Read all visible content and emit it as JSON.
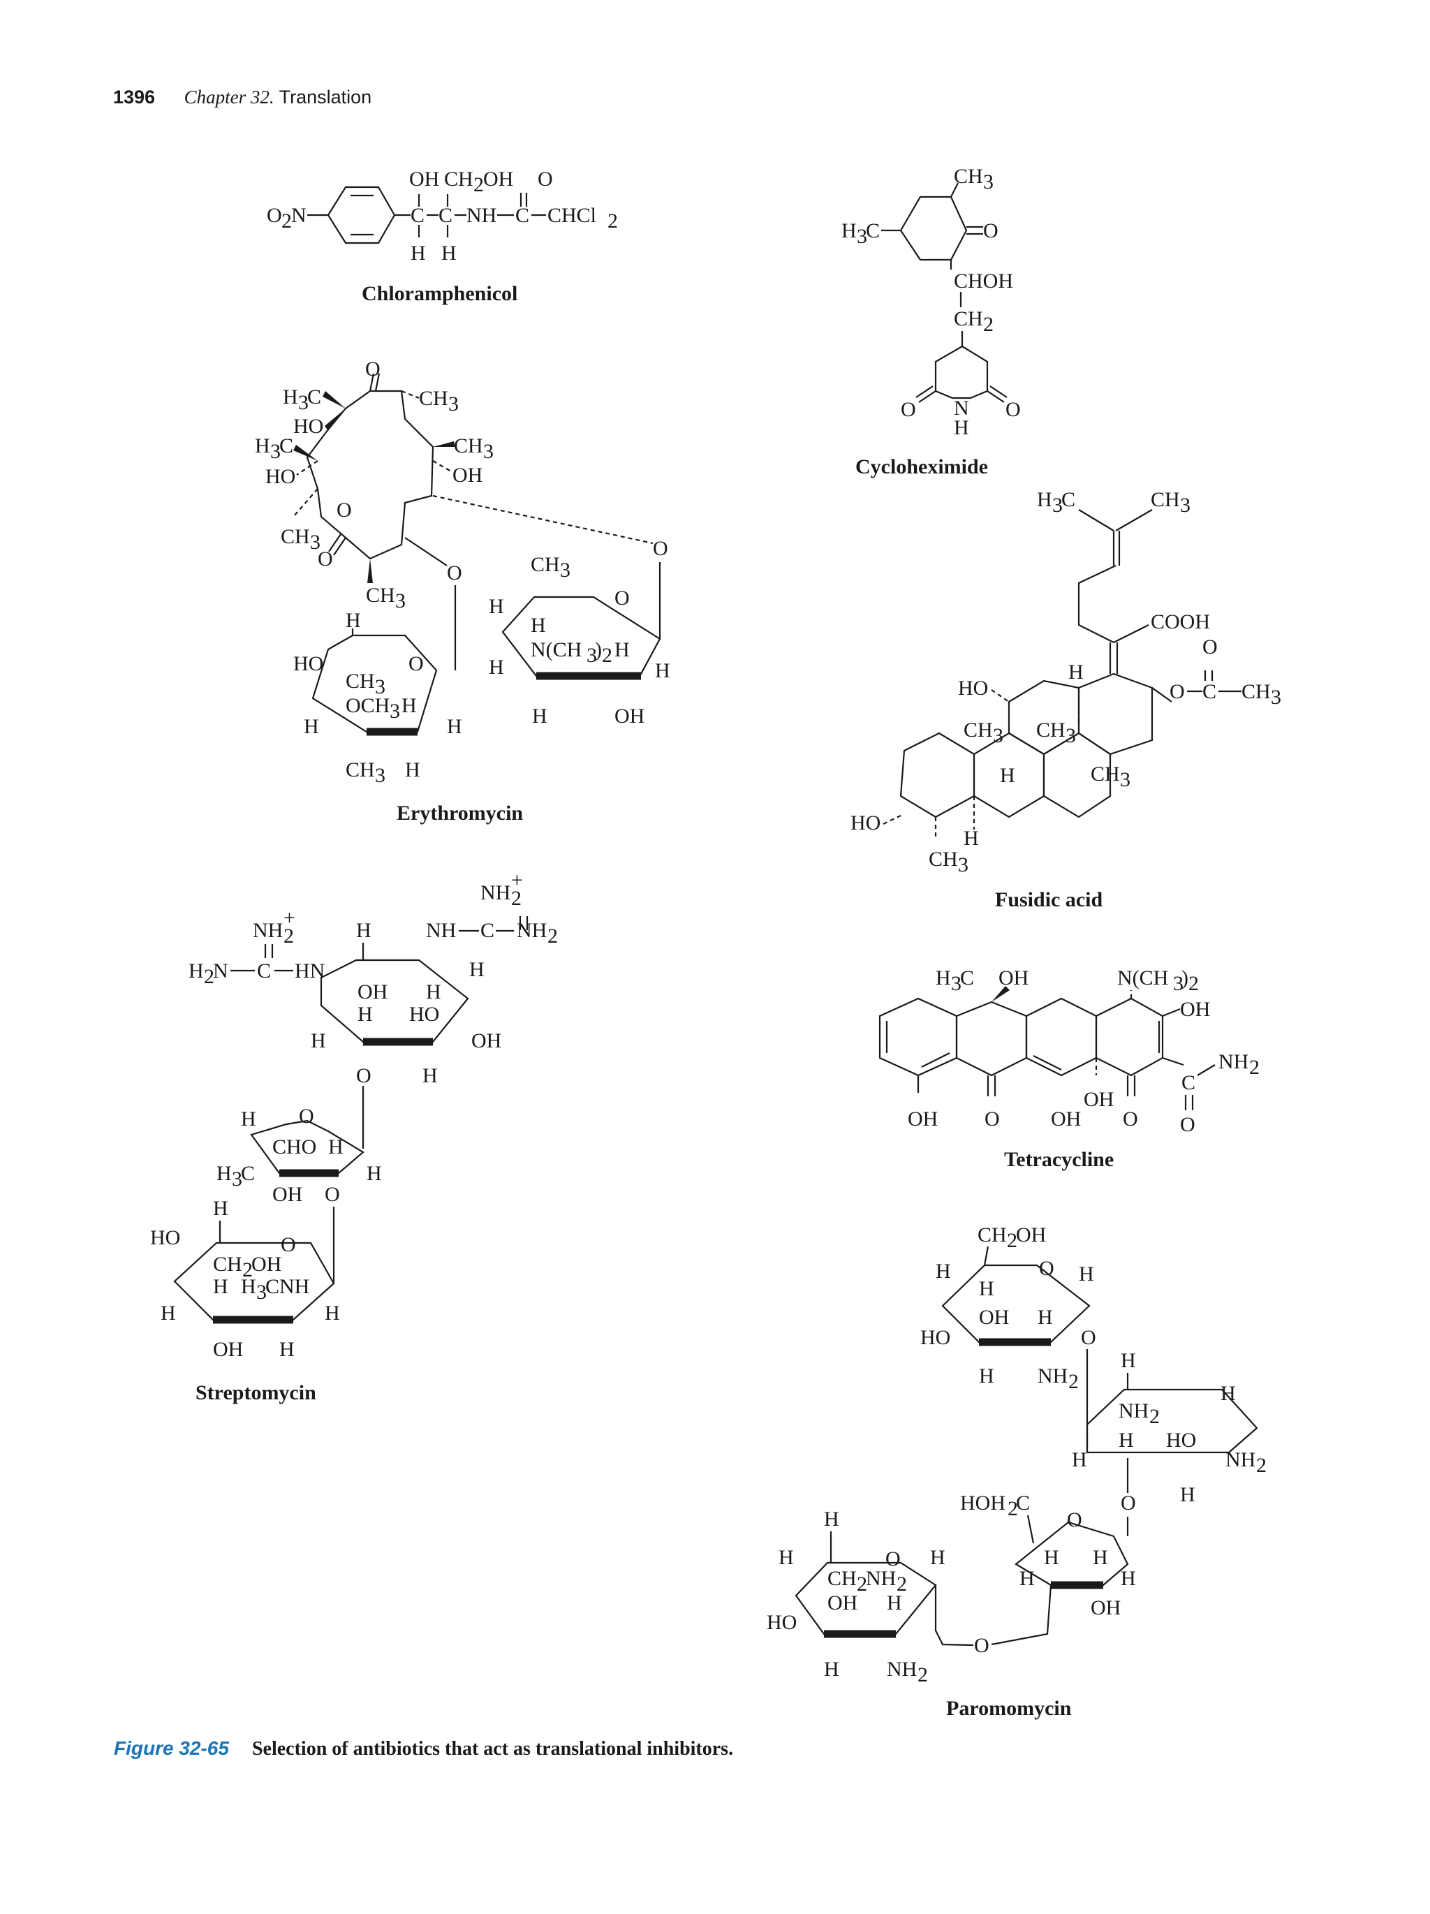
{
  "header": {
    "page_number": "1396",
    "chapter": "Chapter 32.",
    "title": "Translation"
  },
  "compounds": {
    "chloramphenicol": "Chloramphenicol",
    "cycloheximide": "Cycloheximide",
    "erythromycin": "Erythromycin",
    "fusidic_acid": "Fusidic acid",
    "streptomycin": "Streptomycin",
    "tetracycline": "Tetracycline",
    "paromomycin": "Paromomycin"
  },
  "caption": {
    "label": "Figure 32-65",
    "text": "Selection of antibiotics that act as translational inhibitors."
  }
}
